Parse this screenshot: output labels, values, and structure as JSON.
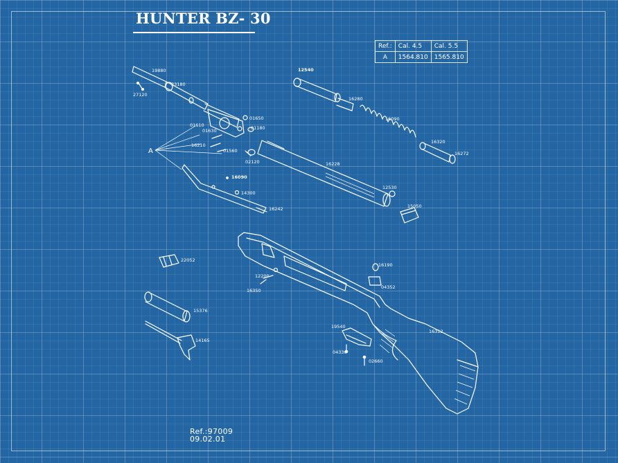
{
  "title": "HUNTER BZ- 30",
  "ref_table": {
    "headers": [
      "Ref.:",
      "Cal. 4.5",
      "Cal. 5.5"
    ],
    "row": [
      "A",
      "1564.810",
      "1565.810"
    ]
  },
  "footer": {
    "ref": "Ref.:97009",
    "date": "09.02.01"
  },
  "parts": {
    "p19880": "19880",
    "p33180": "33180",
    "p27120": "27120",
    "p01650": "01650",
    "p01610": "01610",
    "p01630": "01630",
    "p01180": "01180",
    "p16210": "16210",
    "p01560": "01560",
    "p02120": "02120",
    "pA": "A",
    "p16090": "16090",
    "p14300": "14300",
    "p16242": "16242",
    "p12540": "12540",
    "p16280": "16280",
    "p16090b": "16090",
    "p16320": "16320",
    "p16272": "16272",
    "p16228": "16228",
    "p12530": "12530",
    "p15050": "15050",
    "p22052": "22052",
    "p12200": "12200",
    "p16350": "16350",
    "p16190": "16190",
    "p04352": "04352",
    "p15376": "15376",
    "p14165": "14165",
    "p19540": "19540",
    "p04330": "04330",
    "p02660": "02660",
    "p16312": "16312"
  }
}
